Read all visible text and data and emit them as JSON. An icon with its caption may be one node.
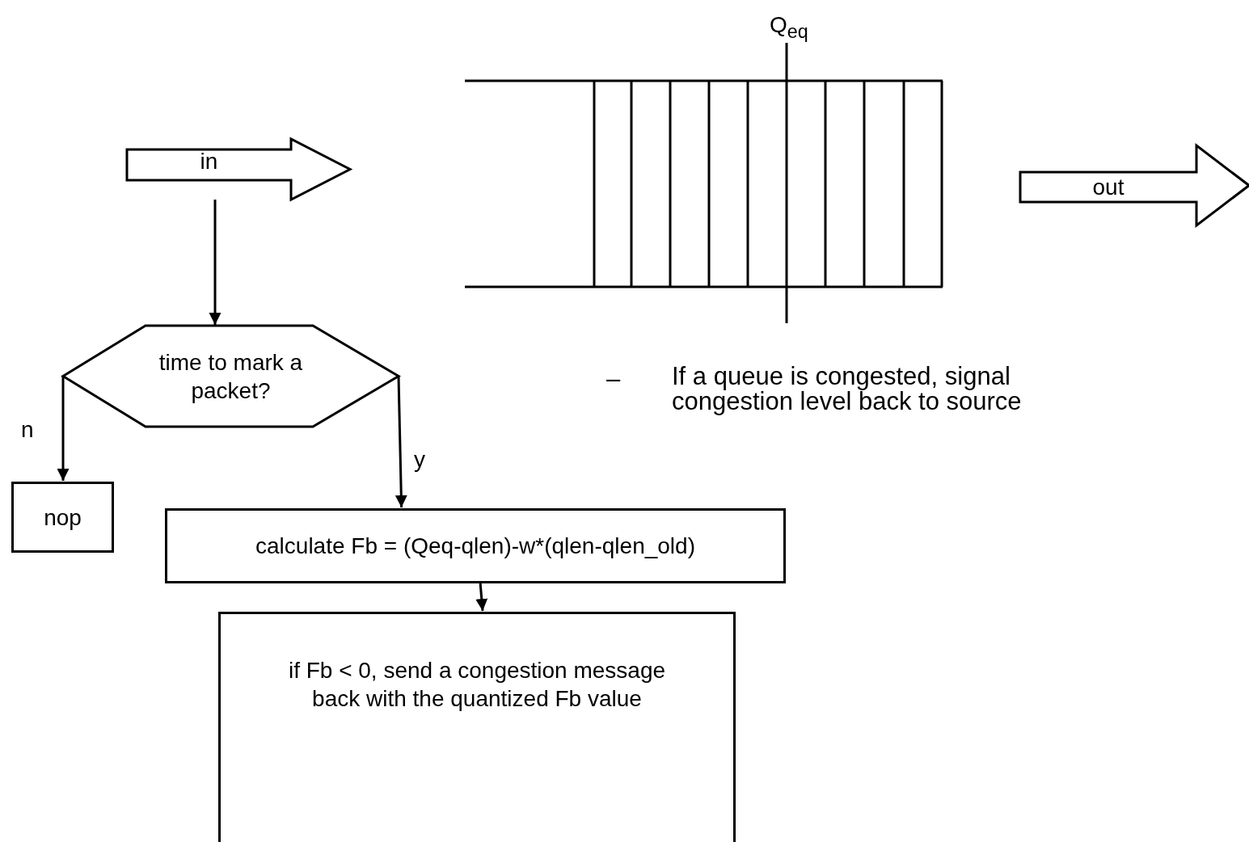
{
  "diagram": {
    "nodes": [
      {
        "text": [
          "in"
        ]
      },
      {
        "text": [
          "out"
        ]
      },
      {
        "text": [
          "time to mark a packet?"
        ]
      },
      {
        "text": [
          "nop"
        ]
      },
      {
        "text": [
          "calculate Fb = (Qeq-qlen)-w*(qlen-qlen_old)"
        ]
      },
      {
        "text": [
          "if Fb < 0, send a congestion message back with the quantized Fb value"
        ]
      }
    ],
    "edges": [
      {
        "from": 0,
        "to": 2,
        "arrow": "to"
      },
      {
        "from": 2,
        "to": 3,
        "label": "n",
        "arrow": "to"
      },
      {
        "from": 2,
        "to": 4,
        "label": "y",
        "arrow": "to"
      },
      {
        "from": 4,
        "to": 5,
        "arrow": "to"
      }
    ],
    "labels": [
      "Q$_{eq}$",
      "–",
      "If a queue is congested, signal congestion level back to source"
    ]
  }
}
